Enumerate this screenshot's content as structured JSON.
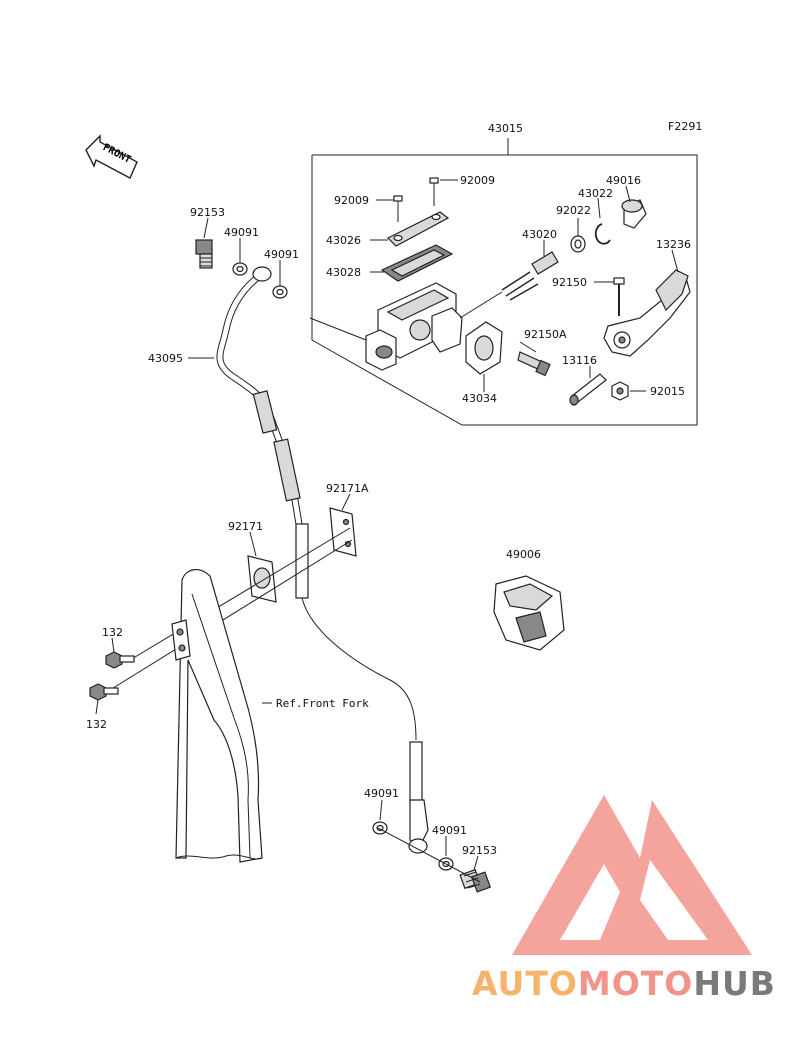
{
  "figure_code": "F2291",
  "front_arrow_text": "FRONT",
  "ref_label": "Ref.Front Fork",
  "labels": {
    "l43015": "43015",
    "l92009a": "92009",
    "l92009b": "92009",
    "l49016": "49016",
    "l43022": "43022",
    "l92022": "92022",
    "l43026": "43026",
    "l43020": "43020",
    "l13236": "13236",
    "l43028": "43028",
    "l92150": "92150",
    "l92150A": "92150A",
    "l13116": "13116",
    "l43034": "43034",
    "l92015": "92015",
    "l92153a": "92153",
    "l49091a": "49091",
    "l49091b": "49091",
    "l43095": "43095",
    "l92171A": "92171A",
    "l92171": "92171",
    "l49006": "49006",
    "l132a": "132",
    "l132b": "132",
    "l49091c": "49091",
    "l49091d": "49091",
    "l92153b": "92153"
  },
  "watermark": {
    "part1": "AUTO",
    "part2": "MOTO",
    "part3": "HUB",
    "color1": "#f6b36a",
    "color2": "#f2948c",
    "color3": "#7a7a7a",
    "logo_color": "#f2948c"
  }
}
